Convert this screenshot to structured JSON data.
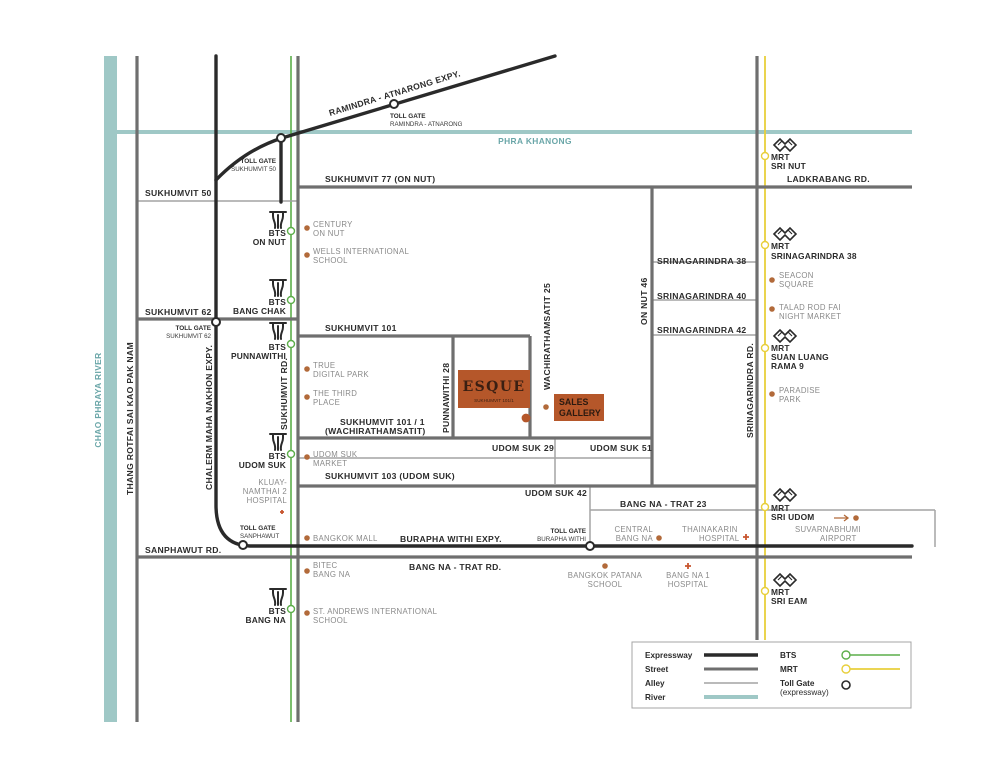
{
  "colors": {
    "expressway": "#2a2a2a",
    "street": "#6f6f6f",
    "alley": "#a4a4a4",
    "river": "#9fc8c6",
    "bts": "#5cae4a",
    "mrt": "#e8cf3b",
    "poi": "#b26a3a",
    "hospital": "#c8562f",
    "project": "#b5572a"
  },
  "rivers": {
    "chao_phraya": "CHAO PHRAYA RIVER",
    "phra_khanong": "PHRA KHANONG"
  },
  "roads": {
    "ramindra": "RAMINDRA - ATNARONG EXPY.",
    "sukhumvit_77": "SUKHUMVIT 77 (ON NUT)",
    "ladkrabang": "LADKRABANG RD.",
    "sukhumvit_50": "SUKHUMVIT 50",
    "sukhumvit_62": "SUKHUMVIT 62",
    "sukhumvit_101": "SUKHUMVIT 101",
    "sukhumvit_101_1_a": "SUKHUMVIT  101 / 1",
    "sukhumvit_101_1_b": "(WACHIRATHAMSATIT)",
    "sukhumvit_103": "SUKHUMVIT 103 (UDOM SUK)",
    "udom_suk_29": "UDOM SUK 29",
    "udom_suk_51": "UDOM SUK 51",
    "udom_suk_42": "UDOM SUK 42",
    "bang_na_trat_23": "BANG NA - TRAT 23",
    "burapha": "BURAPHA WITHI EXPY.",
    "bang_na_trat_rd": "BANG NA - TRAT RD.",
    "sanphawut": "SANPHAWUT RD.",
    "srinagarindra_38": "SRINAGARINDRA 38",
    "srinagarindra_40": "SRINAGARINDRA 40",
    "srinagarindra_42": "SRINAGARINDRA 42",
    "srinagarindra_rd": "SRINAGARINDRA RD.",
    "on_nut_46": "ON NUT 46",
    "wachirathamsatit_25": "WACHIRATHAMSATIT 25",
    "punnawithi_28": "PUNNAWITHI 28",
    "sukhumvit_rd": "SUKHUMVIT RD.",
    "chalerm": "CHALERM MAHA NAKHON EXPY.",
    "thang_rotfai": "THANG ROTFAI SAI KAO PAK NAM"
  },
  "toll_gates": {
    "ramindra": {
      "title": "TOLL GATE",
      "name": "RAMINDRA - ATNARONG"
    },
    "sukhumvit_50": {
      "title": "TOLL GATE",
      "name": "SUKHUMVIT 50"
    },
    "sukhumvit_62": {
      "title": "TOLL GATE",
      "name": "SUKHUMVIT 62"
    },
    "sanphawut": {
      "title": "TOLL GATE",
      "name": "SANPHAWUT"
    },
    "burapha": {
      "title": "TOLL GATE",
      "name": "BURAPHA WITHI"
    }
  },
  "bts": {
    "on_nut": {
      "line": "BTS",
      "name": "ON NUT"
    },
    "bang_chak": {
      "line": "BTS",
      "name": "BANG CHAK"
    },
    "punnawithi": {
      "line": "BTS",
      "name": "PUNNAWITHI"
    },
    "udom_suk": {
      "line": "BTS",
      "name": "UDOM SUK"
    },
    "bang_na": {
      "line": "BTS",
      "name": "BANG NA"
    }
  },
  "mrt": {
    "sri_nut": {
      "line": "MRT",
      "name": "SRI NUT"
    },
    "srinagarindra_38": {
      "line": "MRT",
      "name": "SRINAGARINDRA 38"
    },
    "suan_luang": {
      "line": "MRT",
      "name_1": "SUAN LUANG",
      "name_2": "RAMA 9"
    },
    "sri_udom": {
      "line": "MRT",
      "name": "SRI UDOM"
    },
    "sri_eam": {
      "line": "MRT",
      "name": "SRI EAM"
    }
  },
  "pois": {
    "century": [
      "CENTURY",
      "ON NUT"
    ],
    "wells": [
      "WELLS INTERNATIONAL",
      "SCHOOL"
    ],
    "true_park": [
      "TRUE",
      "DIGITAL PARK"
    ],
    "third_place": [
      "THE THIRD",
      "PLACE"
    ],
    "udom_suk_market": [
      "UDOM SUK",
      "MARKET"
    ],
    "kluaynamthai": [
      "KLUAY-",
      "NAMTHAI 2",
      "HOSPITAL"
    ],
    "bangkok_mall": [
      "BANGKOK MALL"
    ],
    "bitec": [
      "BITEC",
      "BANG NA"
    ],
    "st_andrews": [
      "ST. ANDREWS INTERNATIONAL",
      "SCHOOL"
    ],
    "central": [
      "CENTRAL",
      "BANG NA"
    ],
    "thainakarin": [
      "THAINAKARIN",
      "HOSPITAL"
    ],
    "patana": [
      "BANGKOK PATANA",
      "SCHOOL"
    ],
    "bangna1": [
      "BANG NA 1",
      "HOSPITAL"
    ],
    "seacon": [
      "SEACON",
      "SQUARE"
    ],
    "talad": [
      "TALAD ROD FAI",
      "NIGHT MARKET"
    ],
    "paradise": [
      "PARADISE",
      "PARK"
    ],
    "airport": [
      "SUVARNABHUMI",
      "AIRPORT"
    ]
  },
  "project": {
    "name": "ESQUE",
    "sub": "SUKHUMVIT 101/1",
    "sales_1": "SALES",
    "sales_2": "GALLERY"
  },
  "legend": {
    "expressway": "Expressway",
    "street": "Street",
    "alley": "Alley",
    "river": "River",
    "bts": "BTS",
    "mrt": "MRT",
    "toll_1": "Toll Gate",
    "toll_2": "(expressway)"
  }
}
